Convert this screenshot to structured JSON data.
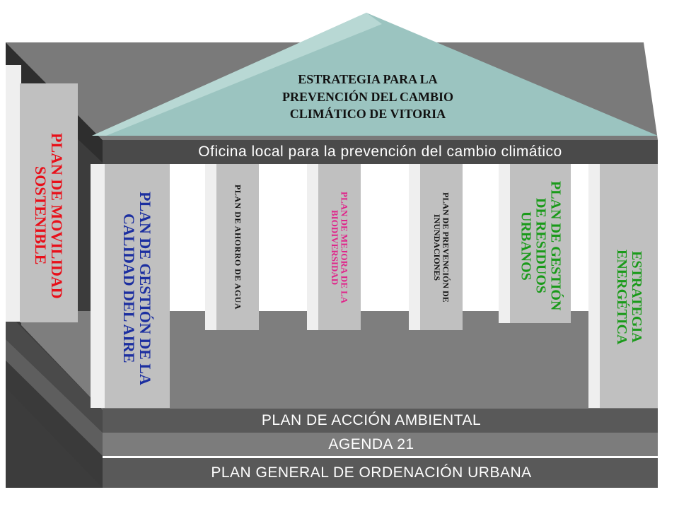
{
  "roof": {
    "title_lines": [
      "ESTRATEGIA PARA LA",
      "PREVENCIÓN DEL CAMBIO",
      "CLIMÁTICO DE VITORIA"
    ]
  },
  "architrave": {
    "label": "Oficina local para la prevención del cambio climático"
  },
  "steps": [
    {
      "label": "PLAN DE ACCIÓN AMBIENTAL"
    },
    {
      "label": "AGENDA 21"
    },
    {
      "label": "PLAN GENERAL DE ORDENACIÓN URBANA"
    }
  ],
  "columns": [
    {
      "label": "PLAN DE MOVILIDAD SOSTENIBLE",
      "color": "#e8101a"
    },
    {
      "label": "PLAN DE GESTIÓN DE LA CALIDAD DEL AIRE",
      "color": "#1c2fa0"
    },
    {
      "label": "PLAN DE AHORRO DE AGUA",
      "color": "#111111"
    },
    {
      "label": "PLAN DE MEJORA DE LA BIODIVERSIDAD",
      "color": "#e0248a"
    },
    {
      "label": "PLAN DE PREVENCIÓN DE INUNDACIONES",
      "color": "#111111"
    },
    {
      "label": "PLAN DE GESTIÓN DE RESIDUOS URBANOS",
      "color": "#1a9a1a"
    },
    {
      "label": "ESTRATEGIA ENERGÉTICA",
      "color": "#1a9a1a"
    }
  ]
}
